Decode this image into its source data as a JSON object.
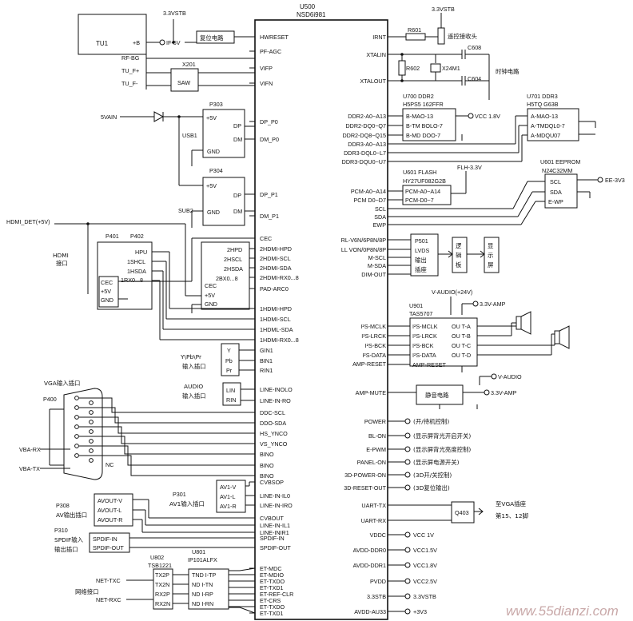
{
  "main_chip": {
    "ref": "U500",
    "part": "NSD6i981"
  },
  "left_pins": [
    "HWRESET",
    "PF-AGC",
    "VIFP",
    "VIFN",
    "DP_P0",
    "DM_P0",
    "DP_P1",
    "DM_P1",
    "CEC",
    "2HDMI-HPD",
    "2HDMI-SCL",
    "2HDMI-SDA",
    "2HDMI-RX0...8",
    "PAD-ARC0",
    "1HDMI-HPD",
    "1HDMI-SCL",
    "1HDML-SDA",
    "1HDMI-RX0...8",
    "GIN1",
    "BIN1",
    "RIN1",
    "LINE-INOLO",
    "LINE-IN-RO",
    "DDC-SCL",
    "DDO-SDA",
    "HS_YNCO",
    "VS_YNCO",
    "BINO",
    "BINO",
    "BINO",
    "CVBSOP",
    "LINE-IN-IL0",
    "LINE-IN-IRO",
    "CVBOUT",
    "LINE-IN-IL1",
    "LINE-INIR1",
    "SPDIF-IN",
    "SPDIF-OUT",
    "ET-MDC",
    "ET-MDIO",
    "ET-TXDO",
    "ET-TXD1",
    "ET-REF-CLR",
    "ET-CRS",
    "ET-TXDO",
    "ET-TXD1"
  ],
  "right_pins": [
    "IRNT",
    "XTALIN",
    "XTALOUT",
    "DDR2-A0~A13",
    "DDR2-DQ0~Q7",
    "DDR2-DQ8~Q15",
    "DDR3-A0~A13",
    "DDR3-DQL0~L7",
    "DDR3-DQU0~U7",
    "PCM-A0~A14",
    "PCM D0~D7",
    "SCL",
    "SDA",
    "EWP",
    "RL-V6N/6P8N/8P",
    "LL VON/0P8N/8P",
    "M-SCL",
    "M-SDA",
    "DIM-OUT",
    "I²S-MCLK",
    "I²S-LRCK",
    "I²S-BCK",
    "I²S-DATA",
    "AMP-RESET",
    "AMP-MUTE",
    "POWER",
    "BL-ON",
    "E-PWM",
    "PANEL-ON",
    "3D-POWER-ON",
    "3D-RESET-OUT",
    "UART-TX",
    "UART-RX",
    "VDDC",
    "AVDD-DDR0",
    "AVDD-DDR1",
    "PVDD",
    "3.3STB",
    "AVDD-AU33"
  ],
  "tuner": {
    "ref": "TU1",
    "pins": [
      "+B",
      "RF-BG",
      "TU_F+",
      "TU_F-"
    ],
    "supply": "3.3VSTB",
    "if_label": "IF-5V",
    "reset": "复位电路",
    "saw_ref": "X201",
    "saw": "SAW"
  },
  "usb": {
    "label": "USB1",
    "in": "5VAIN",
    "sub": "SUB2",
    "p303": "P303",
    "p304": "P304",
    "pins": [
      "+5V",
      "DP",
      "DM",
      "GND"
    ]
  },
  "hdmi": {
    "det": "HDMI_DET(+5V)",
    "iface": "HDMI\n接口",
    "p401": "P401",
    "p402": "P402",
    "a_pins": [
      "CEC",
      "+5V",
      "GND"
    ],
    "b_pins": [
      "HPU",
      "1SHCL",
      "1HSDA",
      "1RX0...8"
    ],
    "c_pins": [
      "2HPD",
      "2HSCL",
      "2HSDA",
      "2BX0...8",
      "CEC",
      "+5V",
      "GND"
    ]
  },
  "ypbpr": {
    "label": "Y\\Pb\\Pr",
    "sub": "输入插口",
    "pins": [
      "Y",
      "Pb",
      "Pr"
    ]
  },
  "audio_in": {
    "label": "AUDIO",
    "sub": "输入插口",
    "pins": [
      "LIN",
      "RIN"
    ]
  },
  "vga": {
    "title": "VGA输入插口",
    "ref": "P400",
    "rx": "VBA-RX",
    "tx": "VBA-TX",
    "nc": "NC"
  },
  "av1": {
    "ref": "P301",
    "label": "AV1输入插口",
    "pins": [
      "AV1-V",
      "AV1-L",
      "AV1-R"
    ]
  },
  "avout": {
    "ref": "P308",
    "label": "AV输出插口",
    "pins": [
      "AVOUT-V",
      "AVOUT-L",
      "AVOUT-R"
    ]
  },
  "spdif": {
    "ref": "P310",
    "label1": "SPDIF输入",
    "label2": "输出插口",
    "pins": [
      "SPDIF-IN",
      "SPDIF-OUT"
    ]
  },
  "eth": {
    "u802": "U802",
    "u802_part": "TSB1221",
    "u801": "U801",
    "u801_part": "IP101ALFX",
    "u802_pins": [
      "TX2P",
      "TX2N",
      "RX2P",
      "RX2N"
    ],
    "u801_pins": [
      "TND I-TP",
      "ND I-TN",
      "ND I-RP",
      "ND I-RN"
    ],
    "txc": "NET-TXC",
    "rxc": "NET-RXC",
    "label": "网络接口"
  },
  "ir": {
    "supply": "3.3VSTB",
    "r": "R601",
    "label": "遥控接收头"
  },
  "clock": {
    "c1": "C608",
    "c2": "C604",
    "r": "R602",
    "x": "X24M1",
    "label": "时钟电路"
  },
  "ddr2": {
    "ref": "U700 DDR2",
    "part": "H5PS5 162FFR",
    "pins": [
      "B-MAO-13",
      "B-TM BOLO-7",
      "B-MD DOO-7"
    ],
    "vcc": "VCC 1.8V"
  },
  "ddr3": {
    "ref": "U701 DDR3",
    "part": "H5TQ G63B",
    "pins": [
      "A-MAO-13",
      "A-TMDQL0-7",
      "A-MDQU07"
    ]
  },
  "flash": {
    "ref": "U601 FLASH",
    "part": "HY27UF082G2B",
    "pins": [
      "PCM-A0~A14",
      "PCM-D0~7"
    ],
    "supply": "FLH-3.3V"
  },
  "eeprom": {
    "ref": "U601 EEPROM",
    "part": "N24C32MM",
    "pins": [
      "SCL",
      "SDA",
      "E-WP"
    ],
    "supply": "EE-3V3"
  },
  "lvds": {
    "ref": "P501",
    "lines": [
      "LVDS",
      "输出",
      "插座"
    ],
    "logic": "逻辑板",
    "screen": "显示屏"
  },
  "amp": {
    "vaudio": "V-AUDIO(+24V)",
    "amp_supply": "3.3V-AMP",
    "ref": "U901",
    "part": "TAS5707",
    "in_pins": [
      "I²S-MCLK",
      "I²S-LRCK",
      "I²S-BCK",
      "I²S-DATA",
      "AMP-RESET"
    ],
    "out_pins": [
      "OU T-A",
      "OU T-B",
      "OU T-C",
      "OU T-D"
    ]
  },
  "mute": {
    "label": "静音电路",
    "v": "V-AUDIO",
    "v2": "3.3V-AMP"
  },
  "controls": [
    "(开/待机控制)",
    "(显示屏背光开启开关)",
    "(显示屏背光亮度控制)",
    "(显示屏电源开关)",
    "(3D开/关控制)",
    "(3D复位输出)"
  ],
  "uart": {
    "ref": "Q403",
    "label1": "至VGA插座",
    "label2": "第15、12脚"
  },
  "power_outs": [
    "VCC 1V",
    "VCC1.5V",
    "VCC1.8V",
    "VCC2.5V",
    "3.3VSTB",
    "+3V3"
  ],
  "watermark": "www.55dianzi.com"
}
